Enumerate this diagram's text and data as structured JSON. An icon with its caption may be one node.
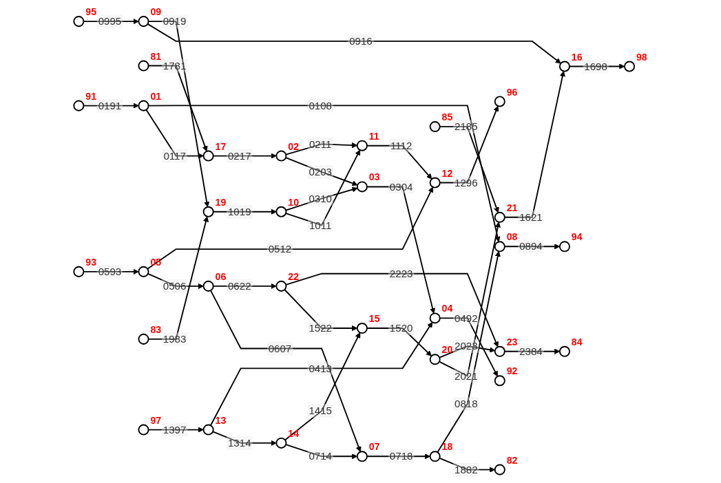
{
  "diagram": {
    "nodes": [
      {
        "text": [],
        "shape": "circle",
        "beside": [
          "92"
        ]
      },
      {
        "text": [],
        "shape": "circle",
        "beside": [
          "93"
        ]
      },
      {
        "text": [],
        "shape": "circle",
        "beside": [
          "04"
        ]
      },
      {
        "text": [],
        "shape": "circle",
        "beside": [
          "05"
        ]
      },
      {
        "text": [],
        "shape": "circle",
        "beside": [
          "03"
        ]
      },
      {
        "text": [],
        "shape": "circle",
        "beside": [
          "06"
        ]
      },
      {
        "text": [],
        "shape": "circle",
        "beside": [
          "81"
        ]
      },
      {
        "text": [],
        "shape": "circle",
        "beside": [
          "17"
        ]
      },
      {
        "text": [],
        "shape": "circle",
        "beside": [
          "02"
        ]
      },
      {
        "text": [],
        "shape": "circle",
        "beside": [
          "07"
        ]
      },
      {
        "text": [],
        "shape": "circle",
        "beside": [
          "18"
        ]
      },
      {
        "text": [],
        "shape": "circle",
        "beside": [
          "82"
        ]
      },
      {
        "text": [],
        "shape": "circle",
        "beside": [
          "91"
        ]
      },
      {
        "text": [],
        "shape": "circle",
        "beside": [
          "01"
        ]
      },
      {
        "text": [],
        "shape": "circle",
        "beside": [
          "08"
        ]
      },
      {
        "text": [],
        "shape": "circle",
        "beside": [
          "94"
        ]
      },
      {
        "text": [],
        "shape": "circle",
        "beside": [
          "85"
        ]
      },
      {
        "text": [],
        "shape": "circle",
        "beside": [
          "98"
        ]
      },
      {
        "text": [],
        "shape": "circle",
        "beside": [
          "16"
        ]
      },
      {
        "text": [],
        "shape": "circle",
        "beside": [
          "21"
        ]
      },
      {
        "text": [],
        "shape": "circle",
        "beside": [
          "09"
        ]
      },
      {
        "text": [],
        "shape": "circle",
        "beside": [
          "95"
        ]
      },
      {
        "text": [],
        "shape": "circle",
        "beside": [
          "20"
        ]
      },
      {
        "text": [],
        "shape": "circle",
        "beside": [
          "15"
        ]
      },
      {
        "text": [],
        "shape": "circle",
        "beside": [
          "22"
        ]
      },
      {
        "text": [],
        "shape": "circle",
        "beside": [
          "19"
        ]
      },
      {
        "text": [],
        "shape": "circle",
        "beside": [
          "83"
        ]
      },
      {
        "text": [],
        "shape": "circle",
        "beside": [
          "10"
        ]
      },
      {
        "text": [],
        "shape": "circle",
        "beside": [
          "23"
        ]
      },
      {
        "text": [],
        "shape": "circle",
        "beside": [
          "84"
        ]
      },
      {
        "text": [],
        "shape": "circle",
        "beside": [
          "14"
        ]
      },
      {
        "text": [],
        "shape": "circle",
        "beside": [
          "11"
        ]
      },
      {
        "text": [],
        "shape": "circle",
        "beside": [
          "13"
        ]
      },
      {
        "text": [],
        "shape": "circle",
        "beside": [
          "12"
        ]
      },
      {
        "text": [],
        "shape": "circle",
        "beside": [
          "97"
        ]
      },
      {
        "text": [],
        "shape": "circle",
        "beside": [
          "96"
        ]
      }
    ],
    "edges": [
      {
        "from": 12,
        "to": 13,
        "arrow": "to",
        "label": "0191"
      },
      {
        "from": 13,
        "to": 7,
        "arrow": "to",
        "label": "0117"
      },
      {
        "from": 6,
        "to": 7,
        "arrow": "to",
        "label": "1781"
      },
      {
        "from": 7,
        "to": 8,
        "arrow": "to",
        "label": "0217"
      },
      {
        "from": 8,
        "to": 4,
        "arrow": "to",
        "label": "0203"
      },
      {
        "from": 4,
        "to": 2,
        "arrow": "to",
        "label": "0304"
      },
      {
        "from": 2,
        "to": 0,
        "arrow": "to",
        "label": "0492"
      },
      {
        "from": 1,
        "to": 3,
        "arrow": "to",
        "label": "0593"
      },
      {
        "from": 3,
        "to": 5,
        "arrow": "to",
        "label": "0506"
      },
      {
        "from": 5,
        "to": 9,
        "arrow": "to",
        "label": "0607"
      },
      {
        "from": 9,
        "to": 10,
        "arrow": "to",
        "label": "0718"
      },
      {
        "from": 10,
        "to": 11,
        "arrow": "to",
        "label": "1882"
      },
      {
        "from": 10,
        "to": 14,
        "arrow": "to",
        "label": "0818"
      },
      {
        "from": 14,
        "to": 15,
        "arrow": "to",
        "label": "0894"
      },
      {
        "from": 13,
        "to": 14,
        "arrow": "to",
        "label": "0108"
      },
      {
        "from": 16,
        "to": 19,
        "arrow": "to",
        "label": "2185"
      },
      {
        "from": 20,
        "to": 18,
        "arrow": "to",
        "label": "0916"
      },
      {
        "from": 18,
        "to": 17,
        "arrow": "to",
        "label": "1698"
      },
      {
        "from": 19,
        "to": 18,
        "arrow": "to",
        "label": "1621"
      },
      {
        "from": 21,
        "to": 20,
        "arrow": "to",
        "label": "0995"
      },
      {
        "from": 20,
        "to": 25,
        "arrow": "to",
        "label": "0919"
      },
      {
        "from": 25,
        "to": 27,
        "arrow": "to",
        "label": "1019"
      },
      {
        "from": 26,
        "to": 25,
        "arrow": "to",
        "label": "1983"
      },
      {
        "from": 27,
        "to": 31,
        "arrow": "to",
        "label": "1011"
      },
      {
        "from": 31,
        "to": 33,
        "arrow": "to",
        "label": "1112"
      },
      {
        "from": 8,
        "to": 31,
        "arrow": "to",
        "label": "0211"
      },
      {
        "from": 27,
        "to": 4,
        "arrow": "to",
        "label": "0310"
      },
      {
        "from": 5,
        "to": 24,
        "arrow": "to",
        "label": "0622"
      },
      {
        "from": 30,
        "to": 9,
        "arrow": "to",
        "label": "0714"
      },
      {
        "from": 24,
        "to": 23,
        "arrow": "to",
        "label": "1522"
      },
      {
        "from": 23,
        "to": 22,
        "arrow": "to",
        "label": "1520"
      },
      {
        "from": 22,
        "to": 19,
        "arrow": "to",
        "label": "2021"
      },
      {
        "from": 22,
        "to": 28,
        "arrow": "to",
        "label": "2023"
      },
      {
        "from": 24,
        "to": 28,
        "arrow": "to",
        "label": "2223"
      },
      {
        "from": 28,
        "to": 29,
        "arrow": "to",
        "label": "2384"
      },
      {
        "from": 30,
        "to": 23,
        "arrow": "to",
        "label": "1415"
      },
      {
        "from": 32,
        "to": 30,
        "arrow": "to",
        "label": "1314"
      },
      {
        "from": 32,
        "to": 2,
        "arrow": "to",
        "label": "0413"
      },
      {
        "from": 3,
        "to": 33,
        "arrow": "to",
        "label": "0512"
      },
      {
        "from": 34,
        "to": 32,
        "arrow": "to",
        "label": "1397"
      },
      {
        "from": 33,
        "to": 35,
        "arrow": "to",
        "label": "1296"
      }
    ]
  }
}
